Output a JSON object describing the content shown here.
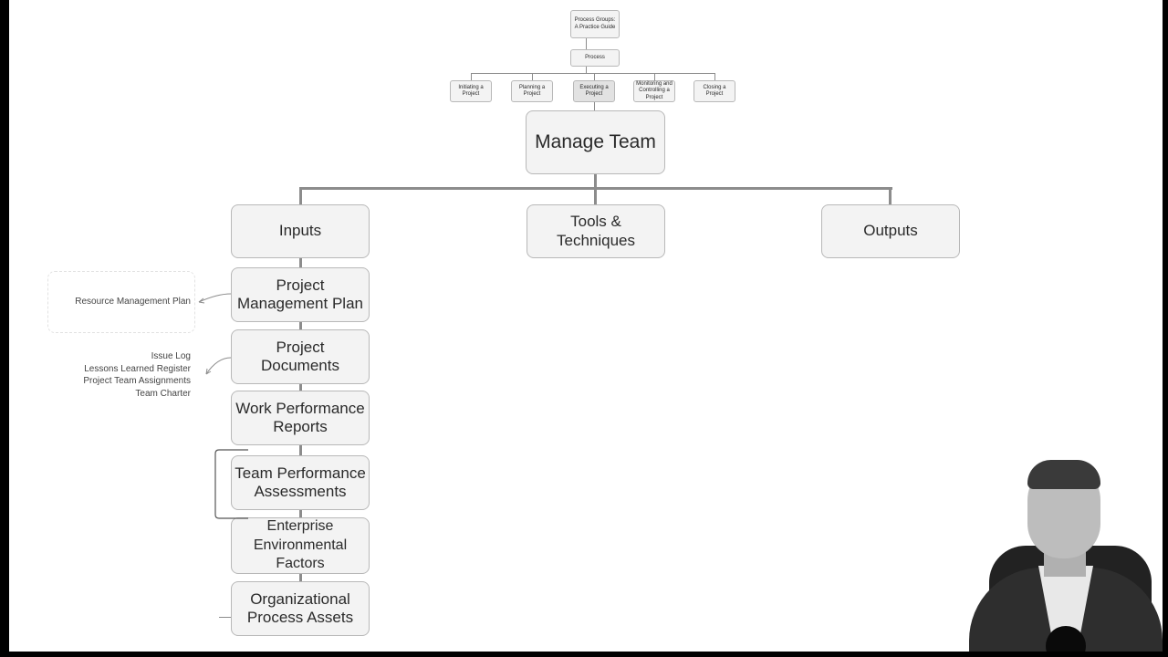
{
  "process_groups": {
    "root": "Process Groups: A Practice Guide",
    "process": "Process",
    "groups": [
      "Initiating a Project",
      "Planning a Project",
      "Executing a Project",
      "Monitoring and Controlling a Project",
      "Closing a Project"
    ]
  },
  "main": {
    "title": "Manage Team",
    "inputs_label": "Inputs",
    "tools_label": "Tools & Techniques",
    "outputs_label": "Outputs",
    "inputs": [
      "Project Management Plan",
      "Project Documents",
      "Work Performance Reports",
      "Team Performance Assessments",
      "Enterprise Environmental Factors",
      "Organizational Process Assets"
    ]
  },
  "notes": {
    "plan_components": [
      "Resource Management Plan"
    ],
    "document_items": [
      "Issue Log",
      "Lessons Learned Register",
      "Project Team Assignments",
      "Team Charter"
    ]
  },
  "colors": {
    "box_fill": "#f3f3f3",
    "box_border": "#b8b8b8",
    "connector": "#8c8c8c",
    "frame": "#000000"
  }
}
